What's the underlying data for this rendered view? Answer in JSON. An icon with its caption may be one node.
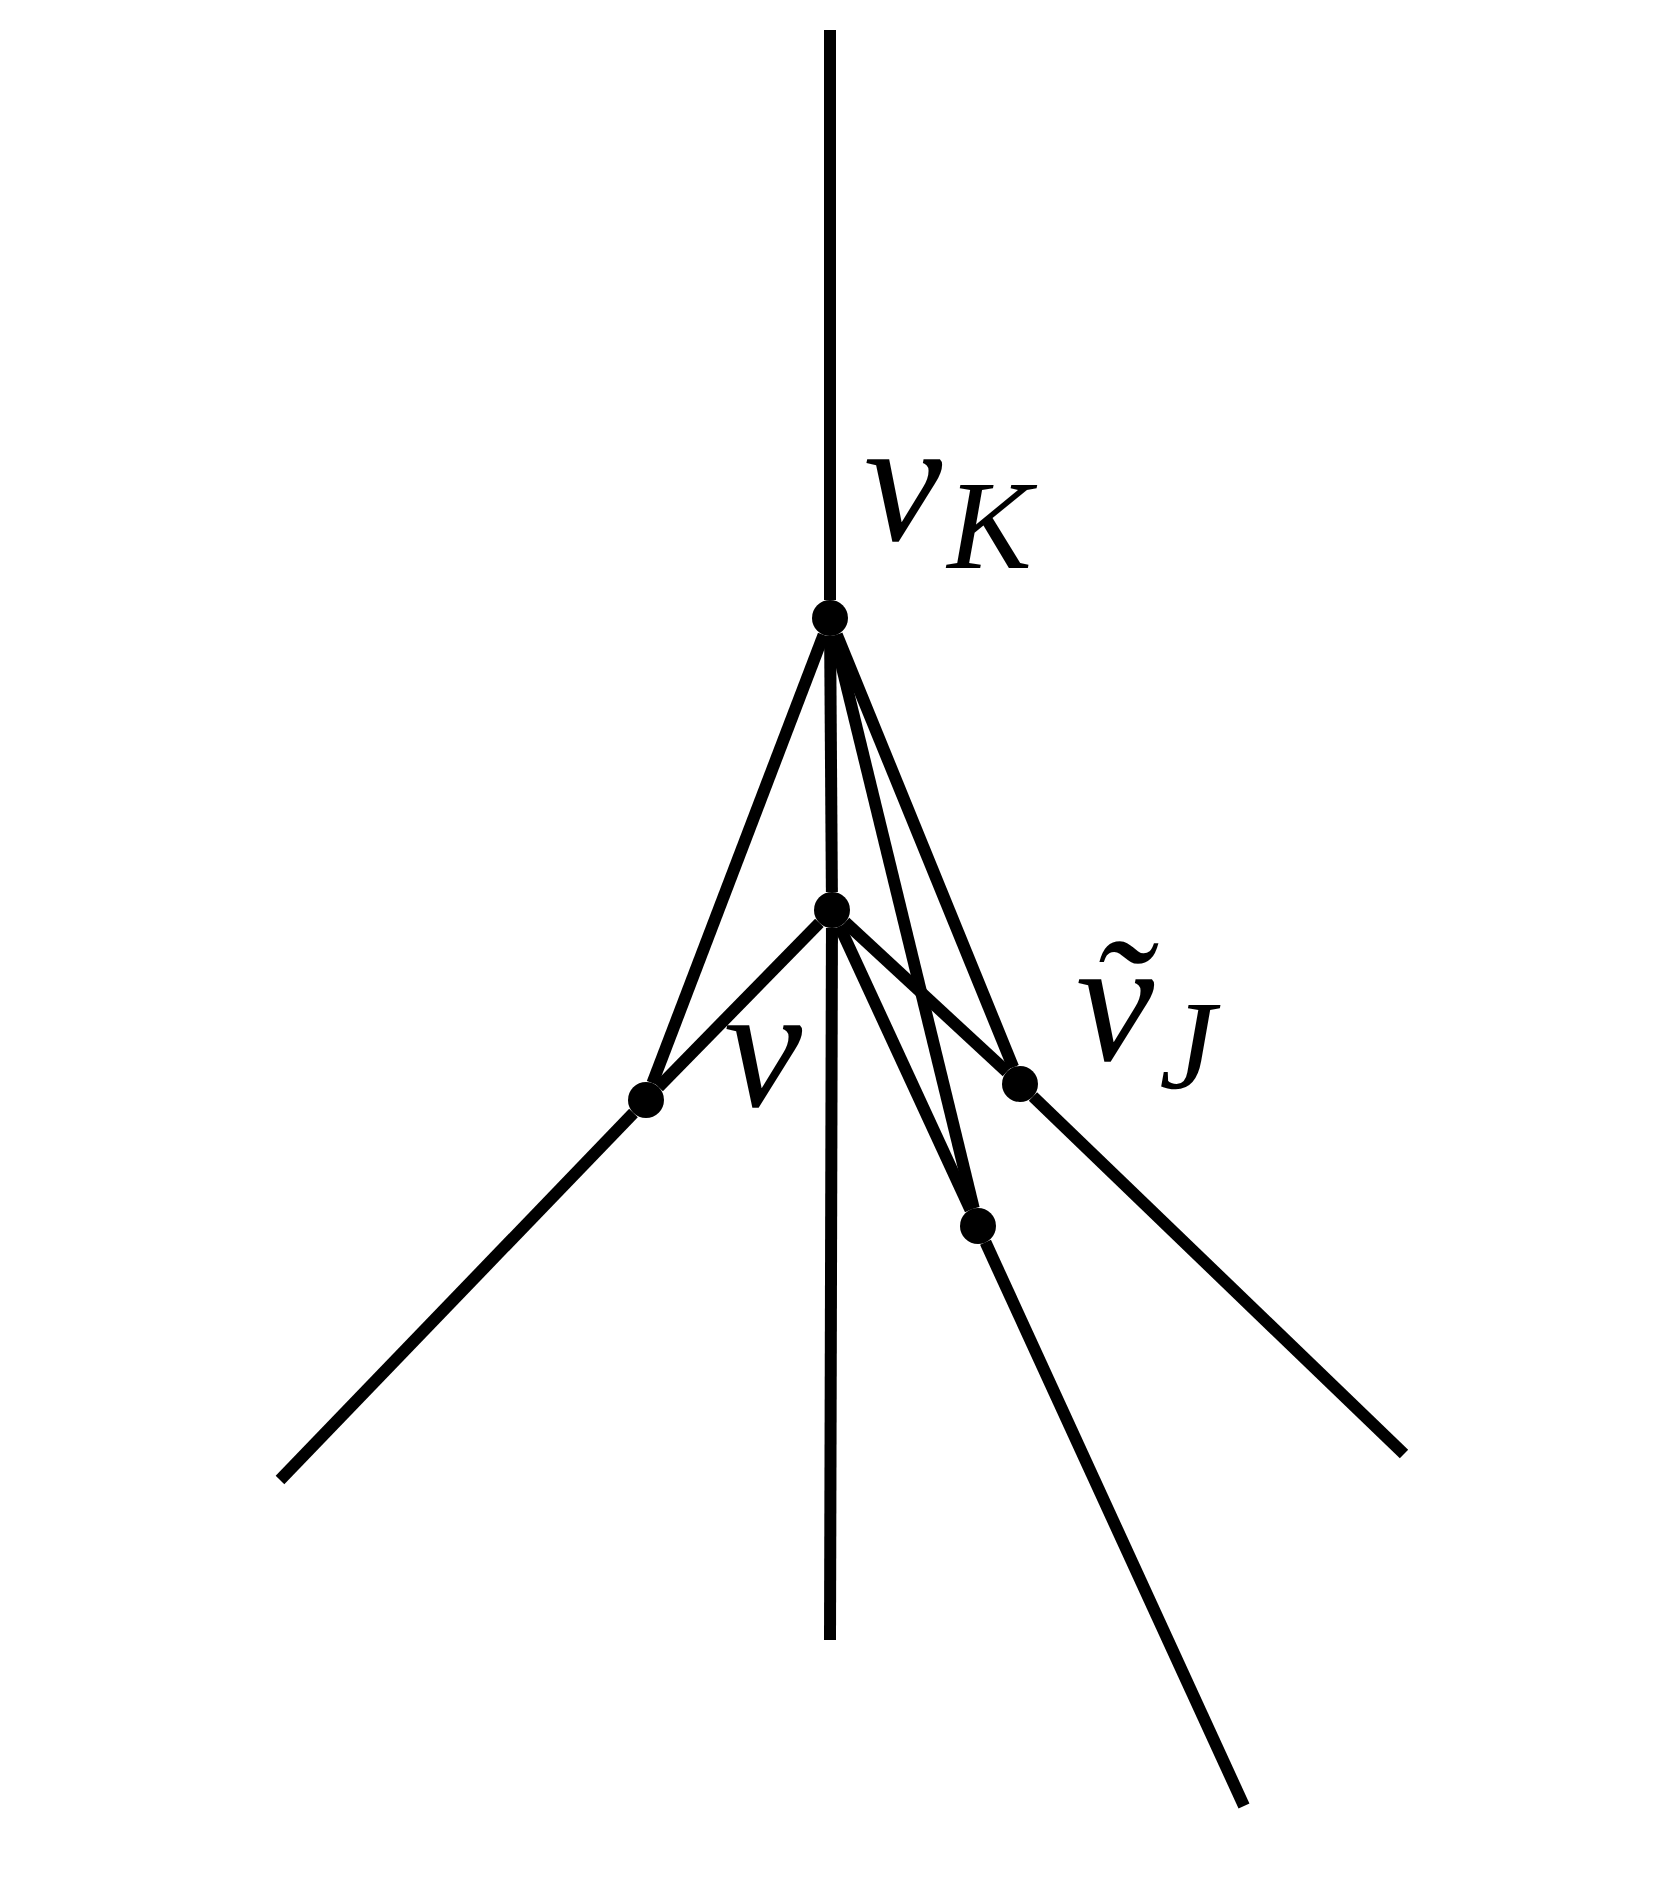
{
  "diagram": {
    "nodes": [
      {
        "text": [],
        "shape": "circle",
        "beside": [
          "v$_{K}$"
        ]
      },
      {
        "text": [],
        "shape": "circle"
      },
      {
        "text": [],
        "shape": "circle",
        "beside": [
          "ṽ$_{J}$"
        ]
      },
      {
        "text": [],
        "shape": "circle",
        "beside": [
          "v"
        ]
      },
      {
        "text": [],
        "shape": "circle"
      }
    ],
    "edges": [
      {
        "from": null,
        "to": 0,
        "arrow": "none"
      },
      {
        "from": 0,
        "to": 1,
        "arrow": "none"
      },
      {
        "from": 1,
        "to": null,
        "arrow": "none"
      },
      {
        "from": 0,
        "to": 3,
        "arrow": "none"
      },
      {
        "from": 0,
        "to": 2,
        "arrow": "none"
      },
      {
        "from": 0,
        "to": 4,
        "arrow": "none"
      },
      {
        "from": 1,
        "to": 3,
        "arrow": "none"
      },
      {
        "from": 3,
        "to": null,
        "arrow": "none"
      },
      {
        "from": 1,
        "to": 2,
        "arrow": "none"
      },
      {
        "from": 2,
        "to": null,
        "arrow": "none"
      },
      {
        "from": 1,
        "to": 4,
        "arrow": "none"
      },
      {
        "from": 4,
        "to": null,
        "arrow": "none"
      }
    ]
  }
}
